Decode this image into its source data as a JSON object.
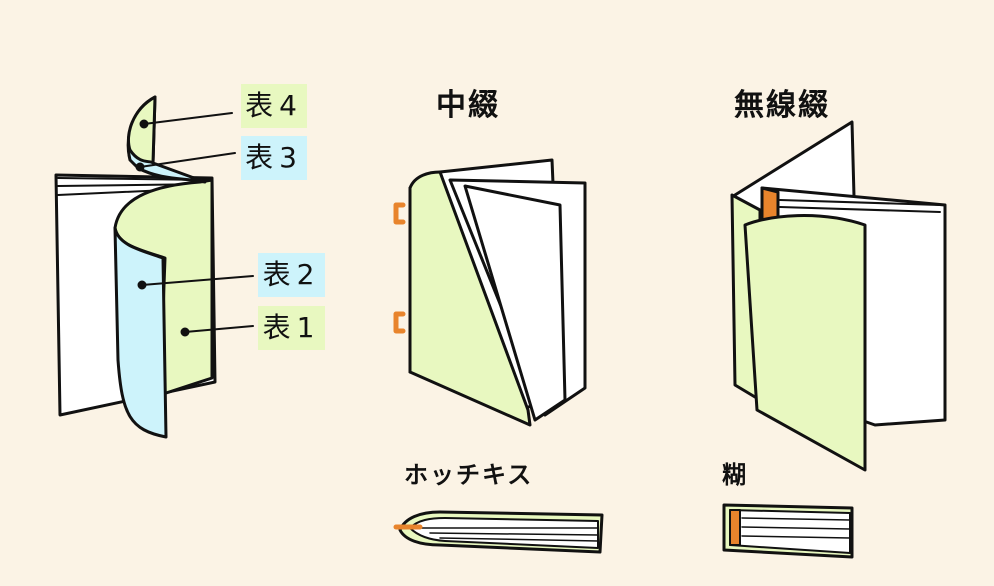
{
  "labels": {
    "cover4": "表4",
    "cover3": "表3",
    "cover2": "表2",
    "cover1": "表1"
  },
  "titles": {
    "saddle_stitch": "中綴",
    "perfect_binding": "無線綴"
  },
  "subtitles": {
    "stapler": "ホッチキス",
    "glue": "糊"
  },
  "colors": {
    "background": "#fbf3e5",
    "green": "#e8f8c0",
    "blue": "#cdf3fb",
    "orange": "#e8842c"
  }
}
